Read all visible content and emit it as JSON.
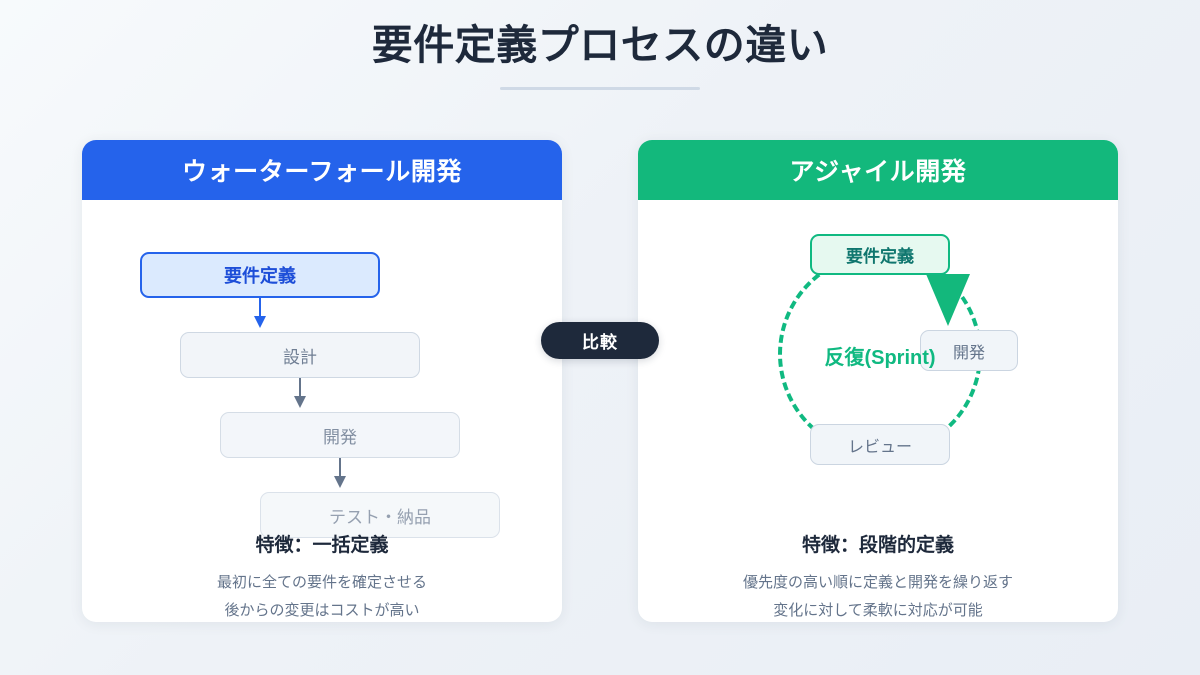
{
  "slide": {
    "title": "要件定義プロセスの違い",
    "compare_badge": "比較"
  },
  "left_panel": {
    "header": "ウォーターフォール開発",
    "accent_color": "#2563EB",
    "steps": [
      {
        "label": "要件定義",
        "highlight": true
      },
      {
        "label": "設計",
        "highlight": false
      },
      {
        "label": "開発",
        "highlight": false
      },
      {
        "label": "テスト・納品",
        "highlight": false
      }
    ],
    "feature_title": "特徴：一括定義",
    "feature_lines": [
      "最初に全ての要件を確定させる",
      "後からの変更はコストが高い"
    ]
  },
  "right_panel": {
    "header": "アジャイル開発",
    "accent_color": "#13B87C",
    "cycle_center_label": "反復(Sprint)",
    "cycle_nodes": [
      {
        "label": "要件定義",
        "position": "top",
        "highlight": true
      },
      {
        "label": "開発",
        "position": "right",
        "highlight": false
      },
      {
        "label": "レビュー",
        "position": "bottom",
        "highlight": false
      }
    ],
    "feature_title": "特徴：段階的定義",
    "feature_lines": [
      "優先度の高い順に定義と開発を繰り返す",
      "変化に対して柔軟に対応が可能"
    ]
  }
}
